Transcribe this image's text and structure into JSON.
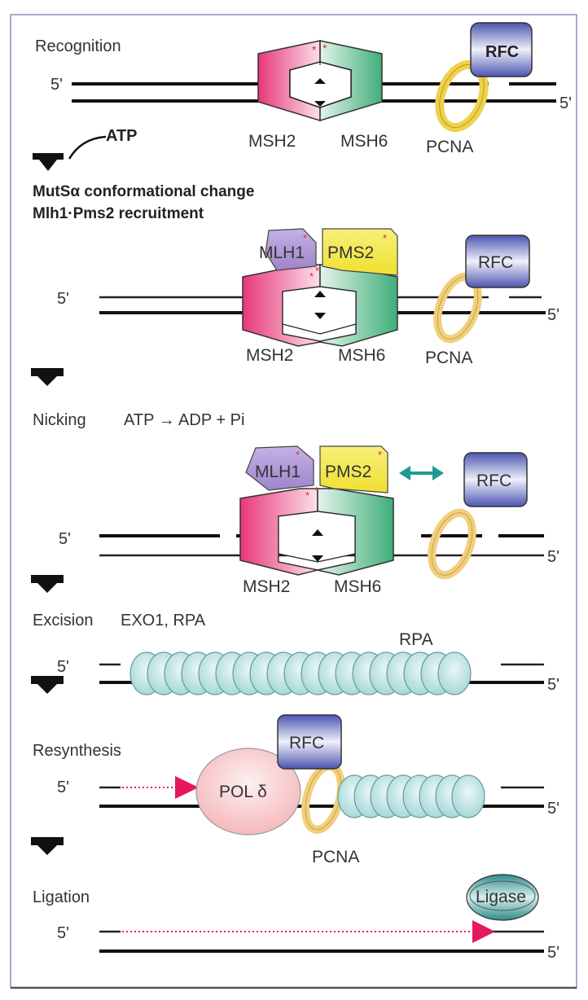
{
  "title": "DNA mismatch repair pathway",
  "colors": {
    "msh2": "#e8387a",
    "msh6": "#3fae7a",
    "mlh1": "#a98fd0",
    "pms2": "#f4ea3c",
    "rfc": "#4d55b0",
    "pcna": "#f2d35a",
    "rpa": "#b8e2e2",
    "pol": "#f8c8c8",
    "ligase": "#3a9a98",
    "nascent": "#e5175f",
    "interaction_arrow": "#1d9a93",
    "frame": "#8a8fc0"
  },
  "strand_end_label": "5'",
  "steps": [
    {
      "id": "recognition",
      "label": "Recognition",
      "proteins": [
        "MSH2",
        "MSH6",
        "PCNA",
        "RFC"
      ],
      "cofactor": "ATP"
    },
    {
      "id": "recruitment",
      "label_line1": "MutSα conformational change",
      "label_line2": "Mlh1·Pms2 recruitment",
      "proteins": [
        "MLH1",
        "PMS2",
        "MSH2",
        "MSH6",
        "PCNA",
        "RFC"
      ]
    },
    {
      "id": "nicking",
      "label": "Nicking",
      "reaction": "ATP → ADP + Pi",
      "proteins": [
        "MLH1",
        "PMS2",
        "MSH2",
        "MSH6",
        "RFC"
      ]
    },
    {
      "id": "excision",
      "label": "Excision",
      "enzymes": "EXO1, RPA",
      "proteins": [
        "RPA"
      ]
    },
    {
      "id": "resynthesis",
      "label": "Resynthesis",
      "proteins": [
        "POL δ",
        "RFC",
        "PCNA"
      ]
    },
    {
      "id": "ligation",
      "label": "Ligation",
      "proteins": [
        "Ligase"
      ]
    }
  ]
}
